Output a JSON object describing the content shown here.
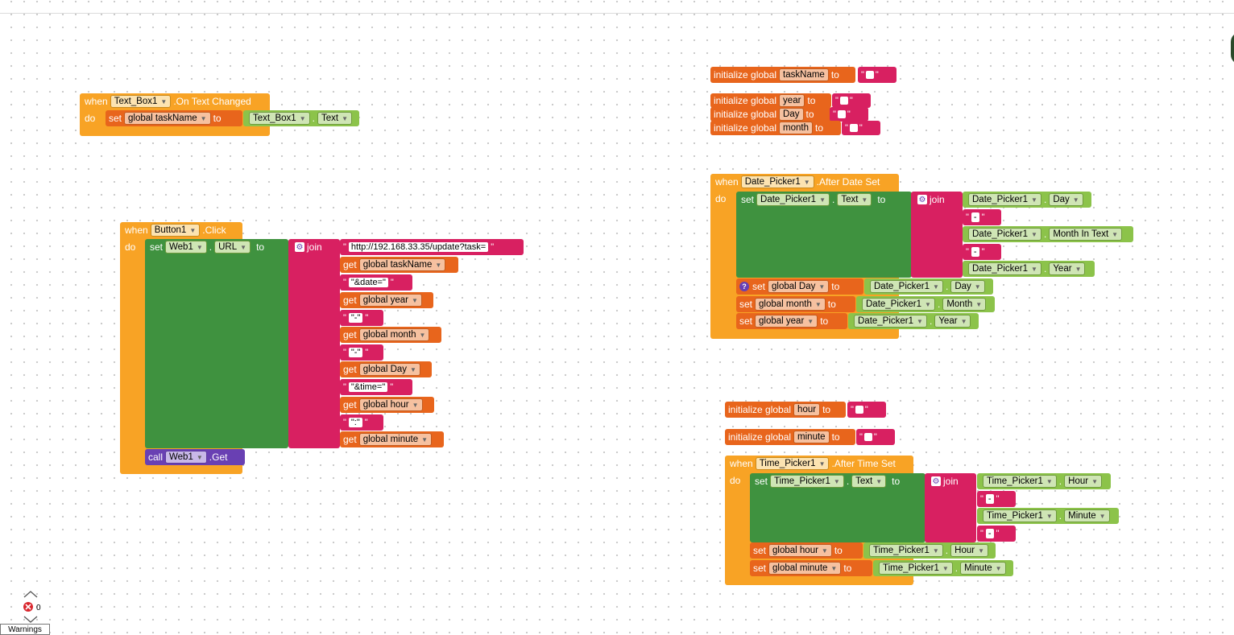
{
  "labels": {
    "when": "when",
    "do": "do",
    "set": "set",
    "to": "to",
    "join": "join",
    "get": "get",
    "call": "call",
    "dot": ".",
    "init_global": "initialize global",
    "quote": "\""
  },
  "textbox_event": {
    "component": "Text_Box1",
    "event": ".On Text Changed",
    "set_var": "global taskName",
    "value_component": "Text_Box1",
    "value_prop": "Text"
  },
  "button_event": {
    "component": "Button1",
    "event": ".Click",
    "set_component": "Web1",
    "set_prop": "URL",
    "items": [
      "http://192.168.33.35/update?task=",
      "global taskName",
      "\"&date=\"",
      "global year",
      "\"-\"",
      "global month",
      "\"-\"",
      "global Day",
      "\"&time=\"",
      "global hour",
      "\":\"",
      "global minute"
    ],
    "call_component": "Web1",
    "call_method": ".Get"
  },
  "globals_top": {
    "taskName": "taskName",
    "year": "year",
    "day": "Day",
    "month": "month"
  },
  "date_event": {
    "component": "Date_Picker1",
    "event": ".After Date Set",
    "set_component": "Date_Picker1",
    "set_prop": "Text",
    "join_items": [
      {
        "comp": "Date_Picker1",
        "prop": "Day"
      },
      {
        "str": "-"
      },
      {
        "comp": "Date_Picker1",
        "prop": "Month In Text"
      },
      {
        "str": "-"
      },
      {
        "comp": "Date_Picker1",
        "prop": "Year"
      }
    ],
    "sets": [
      {
        "var": "global Day",
        "comp": "Date_Picker1",
        "prop": "Day"
      },
      {
        "var": "global month",
        "comp": "Date_Picker1",
        "prop": "Month"
      },
      {
        "var": "global year",
        "comp": "Date_Picker1",
        "prop": "Year"
      }
    ]
  },
  "globals_time": {
    "hour": "hour",
    "minute": "minute"
  },
  "time_event": {
    "component": "Time_Picker1",
    "event": ".After Time Set",
    "set_component": "Time_Picker1",
    "set_prop": "Text",
    "join_items": [
      {
        "comp": "Time_Picker1",
        "prop": "Hour"
      },
      {
        "str": "-"
      },
      {
        "comp": "Time_Picker1",
        "prop": "Minute"
      },
      {
        "str": "-"
      }
    ],
    "sets": [
      {
        "var": "global hour",
        "comp": "Time_Picker1",
        "prop": "Hour"
      },
      {
        "var": "global minute",
        "comp": "Time_Picker1",
        "prop": "Minute"
      }
    ]
  },
  "warnings": {
    "count": "0",
    "label": "Warnings"
  },
  "colors": {
    "event": "#f8a325",
    "variable": "#e8651c",
    "component_set": "#3f923f",
    "component_get": "#8cc34a",
    "text": "#d82061",
    "method": "#6940b3"
  }
}
